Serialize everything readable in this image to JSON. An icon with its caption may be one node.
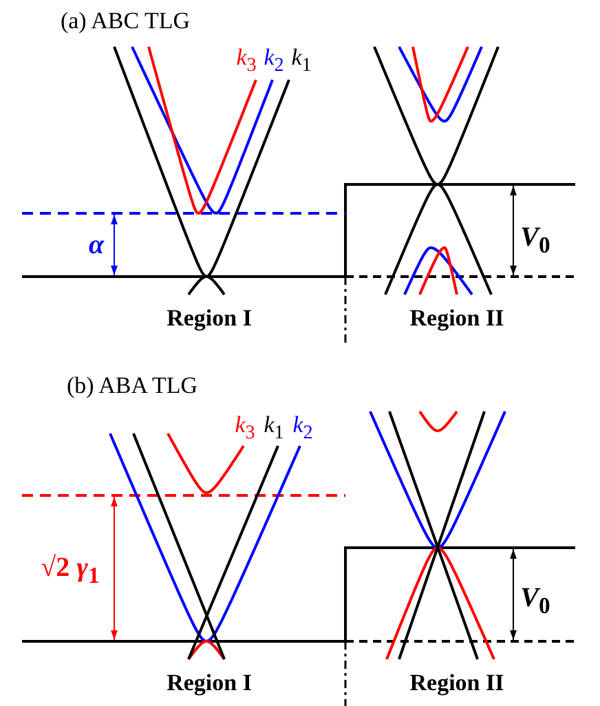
{
  "diagram": {
    "labels": [
      "(a) ABC TLG",
      "*k*$_{3}$",
      "*k*$_{2}$",
      "*k*$_{1}$",
      "*α*",
      "*V*$_{0}$",
      "Region I",
      "Region II",
      "(b) ABA TLG",
      "*k*$_{3}$",
      "*k*$_{1}$",
      "*k*$_{2}$",
      "√2 *γ*$_{1}$",
      "*V*$_{0}$",
      "Region I",
      "Region II"
    ]
  }
}
